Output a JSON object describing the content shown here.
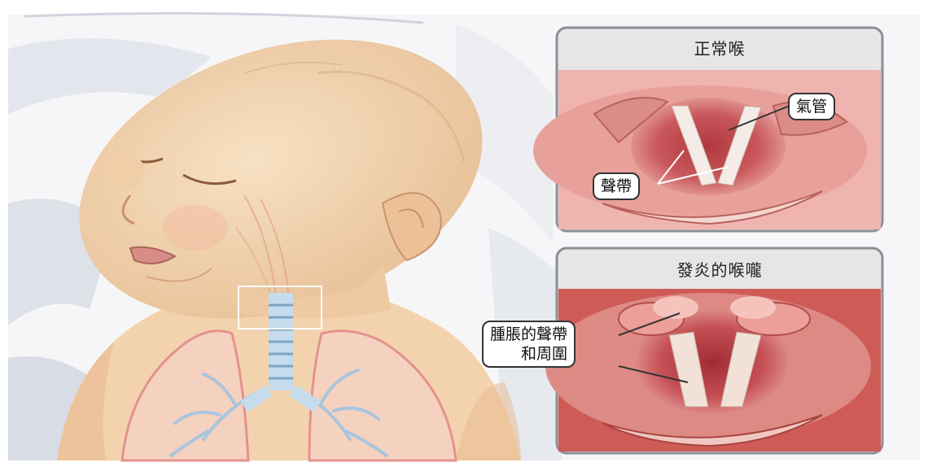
{
  "panels": {
    "normal": {
      "title": "正常喉",
      "labels": {
        "trachea": "氣管",
        "vocal_cords": "聲帶"
      }
    },
    "inflamed": {
      "title": "發炎的喉嚨",
      "labels": {
        "swollen_line1": "腫脹的聲帶",
        "swollen_line2": "和周圍"
      }
    }
  },
  "colors": {
    "skin": "#f3d3ae",
    "skin_shadow": "#e8b98e",
    "lung_outline": "#e28b8b",
    "airway": "#a8c5dd",
    "tissue": "#d9817f",
    "inflamed_bg": "#cf5b57",
    "panel_header": "#e6e6e6",
    "panel_border": "#8a8f96"
  }
}
